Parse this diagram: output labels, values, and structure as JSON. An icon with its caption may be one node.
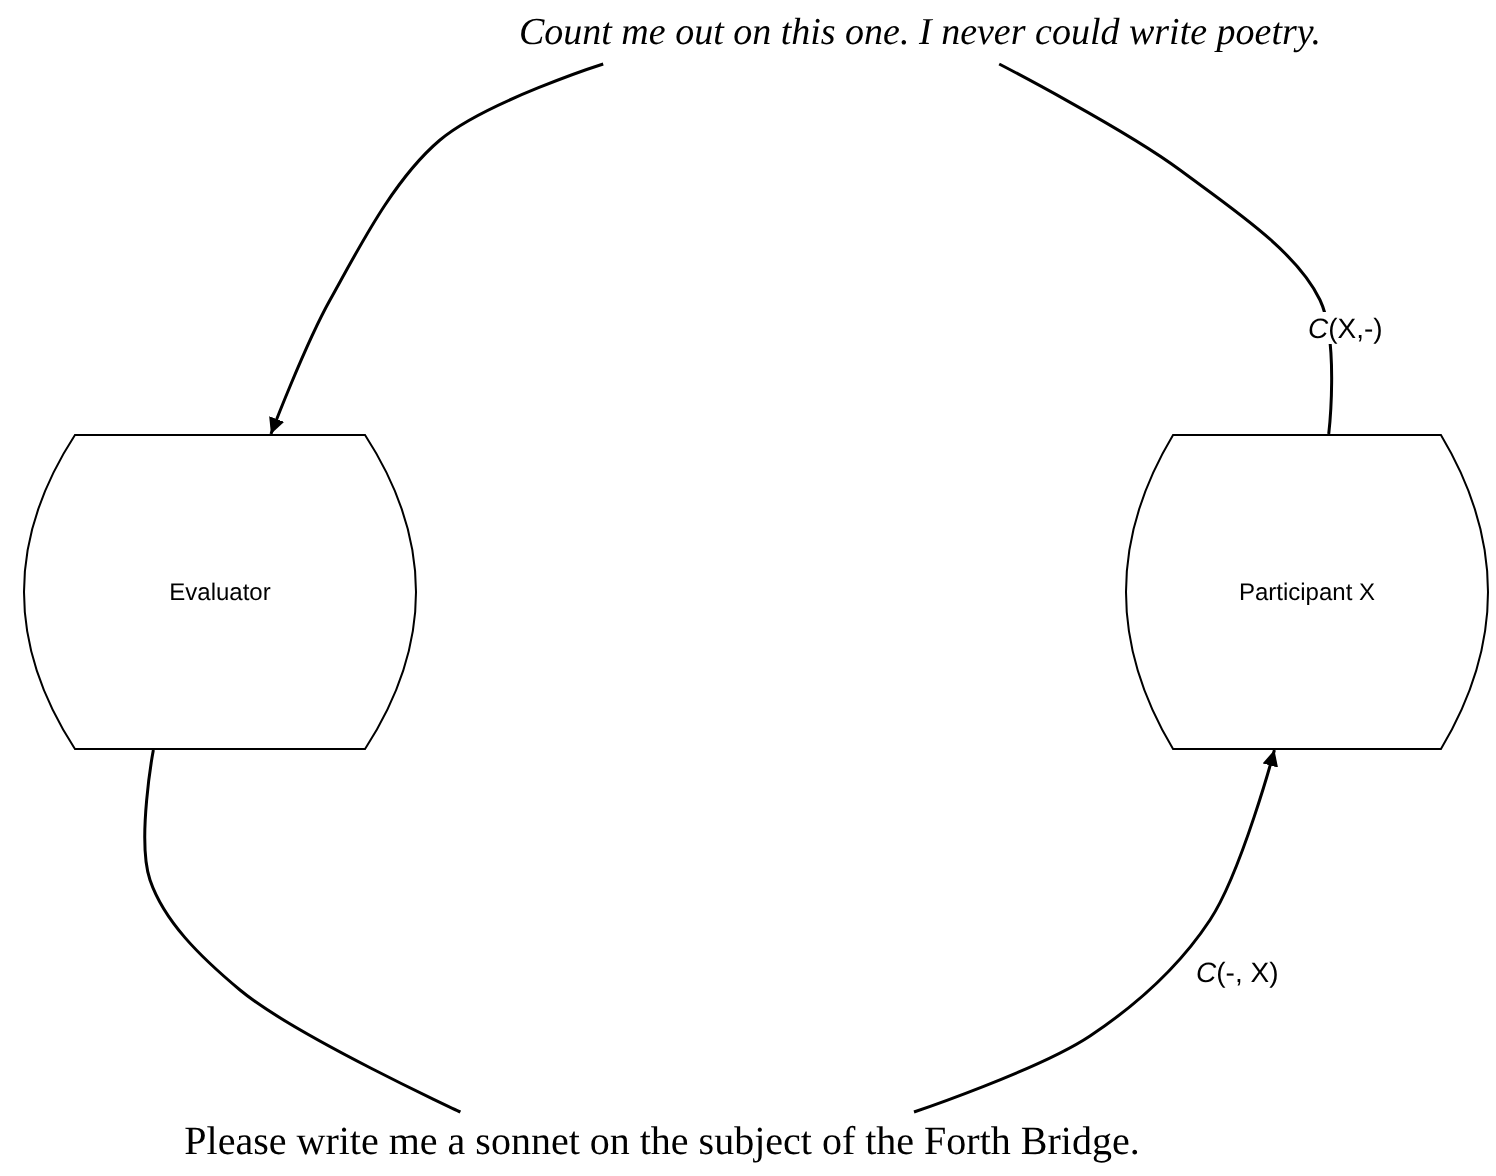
{
  "diagram": {
    "nodes": [
      {
        "text": [
          "Count me out on this one. I never could write poetry."
        ]
      },
      {
        "text": [
          "Evaluator"
        ]
      },
      {
        "text": [
          "Participant X"
        ]
      },
      {
        "text": [
          "Please write me a sonnet on the subject of the Forth Bridge."
        ]
      }
    ],
    "edges": [
      {
        "from": 2,
        "to": 0,
        "arrow": "none",
        "label": "*C*(X,-)"
      },
      {
        "from": 0,
        "to": 1,
        "arrow": "to"
      },
      {
        "from": 1,
        "to": 3,
        "arrow": "none"
      },
      {
        "from": 3,
        "to": 2,
        "arrow": "to",
        "label": "*C*(-, X)"
      }
    ]
  }
}
